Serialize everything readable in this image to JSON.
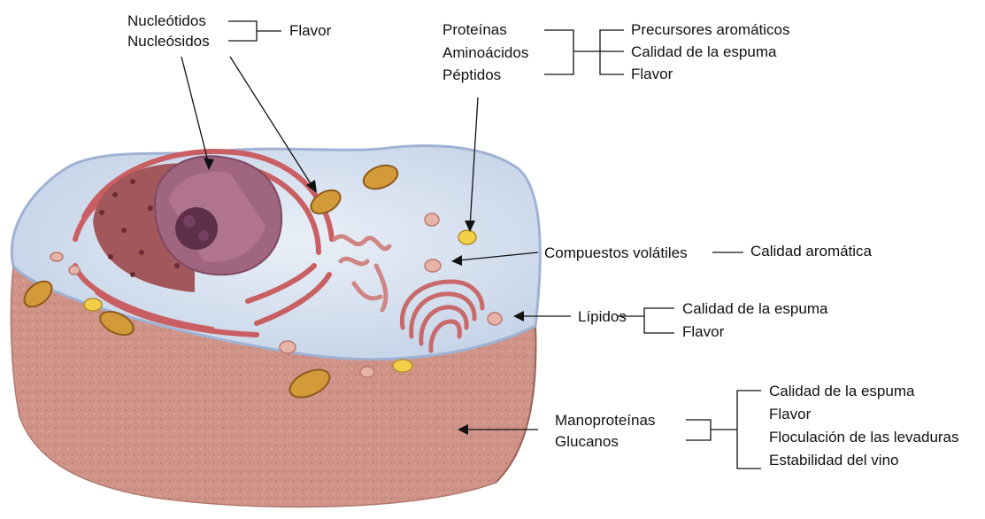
{
  "groups": {
    "nucleus": {
      "items": [
        "Nucleótidos",
        "Nucleósidos"
      ],
      "effects": [
        "Flavor"
      ]
    },
    "vacuole": {
      "items": [
        "Proteínas",
        "Aminoácidos",
        "Péptidos"
      ],
      "effects": [
        "Precursores aromáticos",
        "Calidad de la espuma",
        "Flavor"
      ]
    },
    "volatiles": {
      "items": [
        "Compuestos volátiles"
      ],
      "effects": [
        "Calidad aromática"
      ]
    },
    "lipids": {
      "items": [
        "Lípidos"
      ],
      "effects": [
        "Calidad de la espuma",
        "Flavor"
      ]
    },
    "wall": {
      "items": [
        "Manoproteínas",
        "Glucanos"
      ],
      "effects": [
        "Calidad de la espuma",
        "Flavor",
        "Floculación de las levaduras",
        "Estabilidad del vino"
      ]
    }
  },
  "colors": {
    "cytoplasm": "#d6e2f0",
    "membrane": "#9fb2d4",
    "cell_wall": "#c98a80",
    "er": "#c95f62",
    "nucleus": "#a0657f",
    "nucleolus": "#5e2f4a",
    "mitochondria": "#d39a3a",
    "vesicle": "#e7b3a8",
    "lipid_droplet": "#f3cf49",
    "line": "#111111"
  }
}
